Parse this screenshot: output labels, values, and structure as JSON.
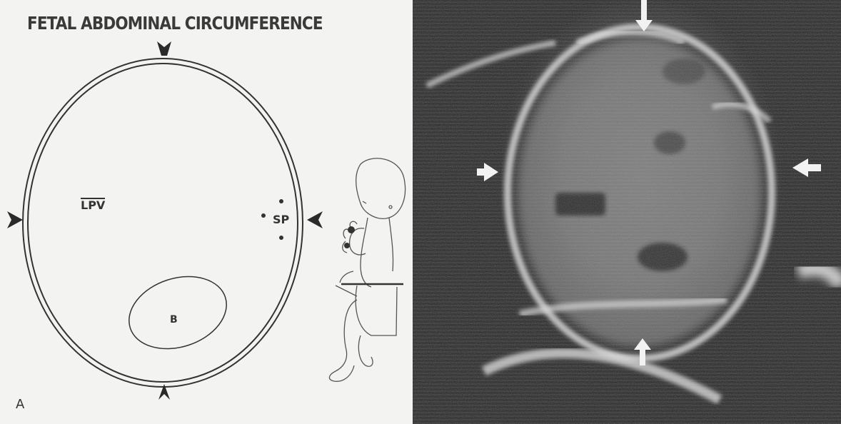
{
  "diagram": {
    "title": "FETAL ABDOMINAL CIRCUMFERENCE",
    "labels": {
      "lpv": "LPV",
      "sp": "SP",
      "b": "B",
      "panel": "A"
    }
  },
  "colors": {
    "background": "#f3f3f1",
    "ink": "#333333",
    "ultrasound_dark": "#1e1e1e",
    "ultrasound_light": "#e6e6e6"
  },
  "image": {
    "type": "ultrasound",
    "description_icons": [
      "arrow-top-icon",
      "arrow-bottom-icon",
      "arrow-left-icon",
      "arrow-right-icon"
    ]
  }
}
